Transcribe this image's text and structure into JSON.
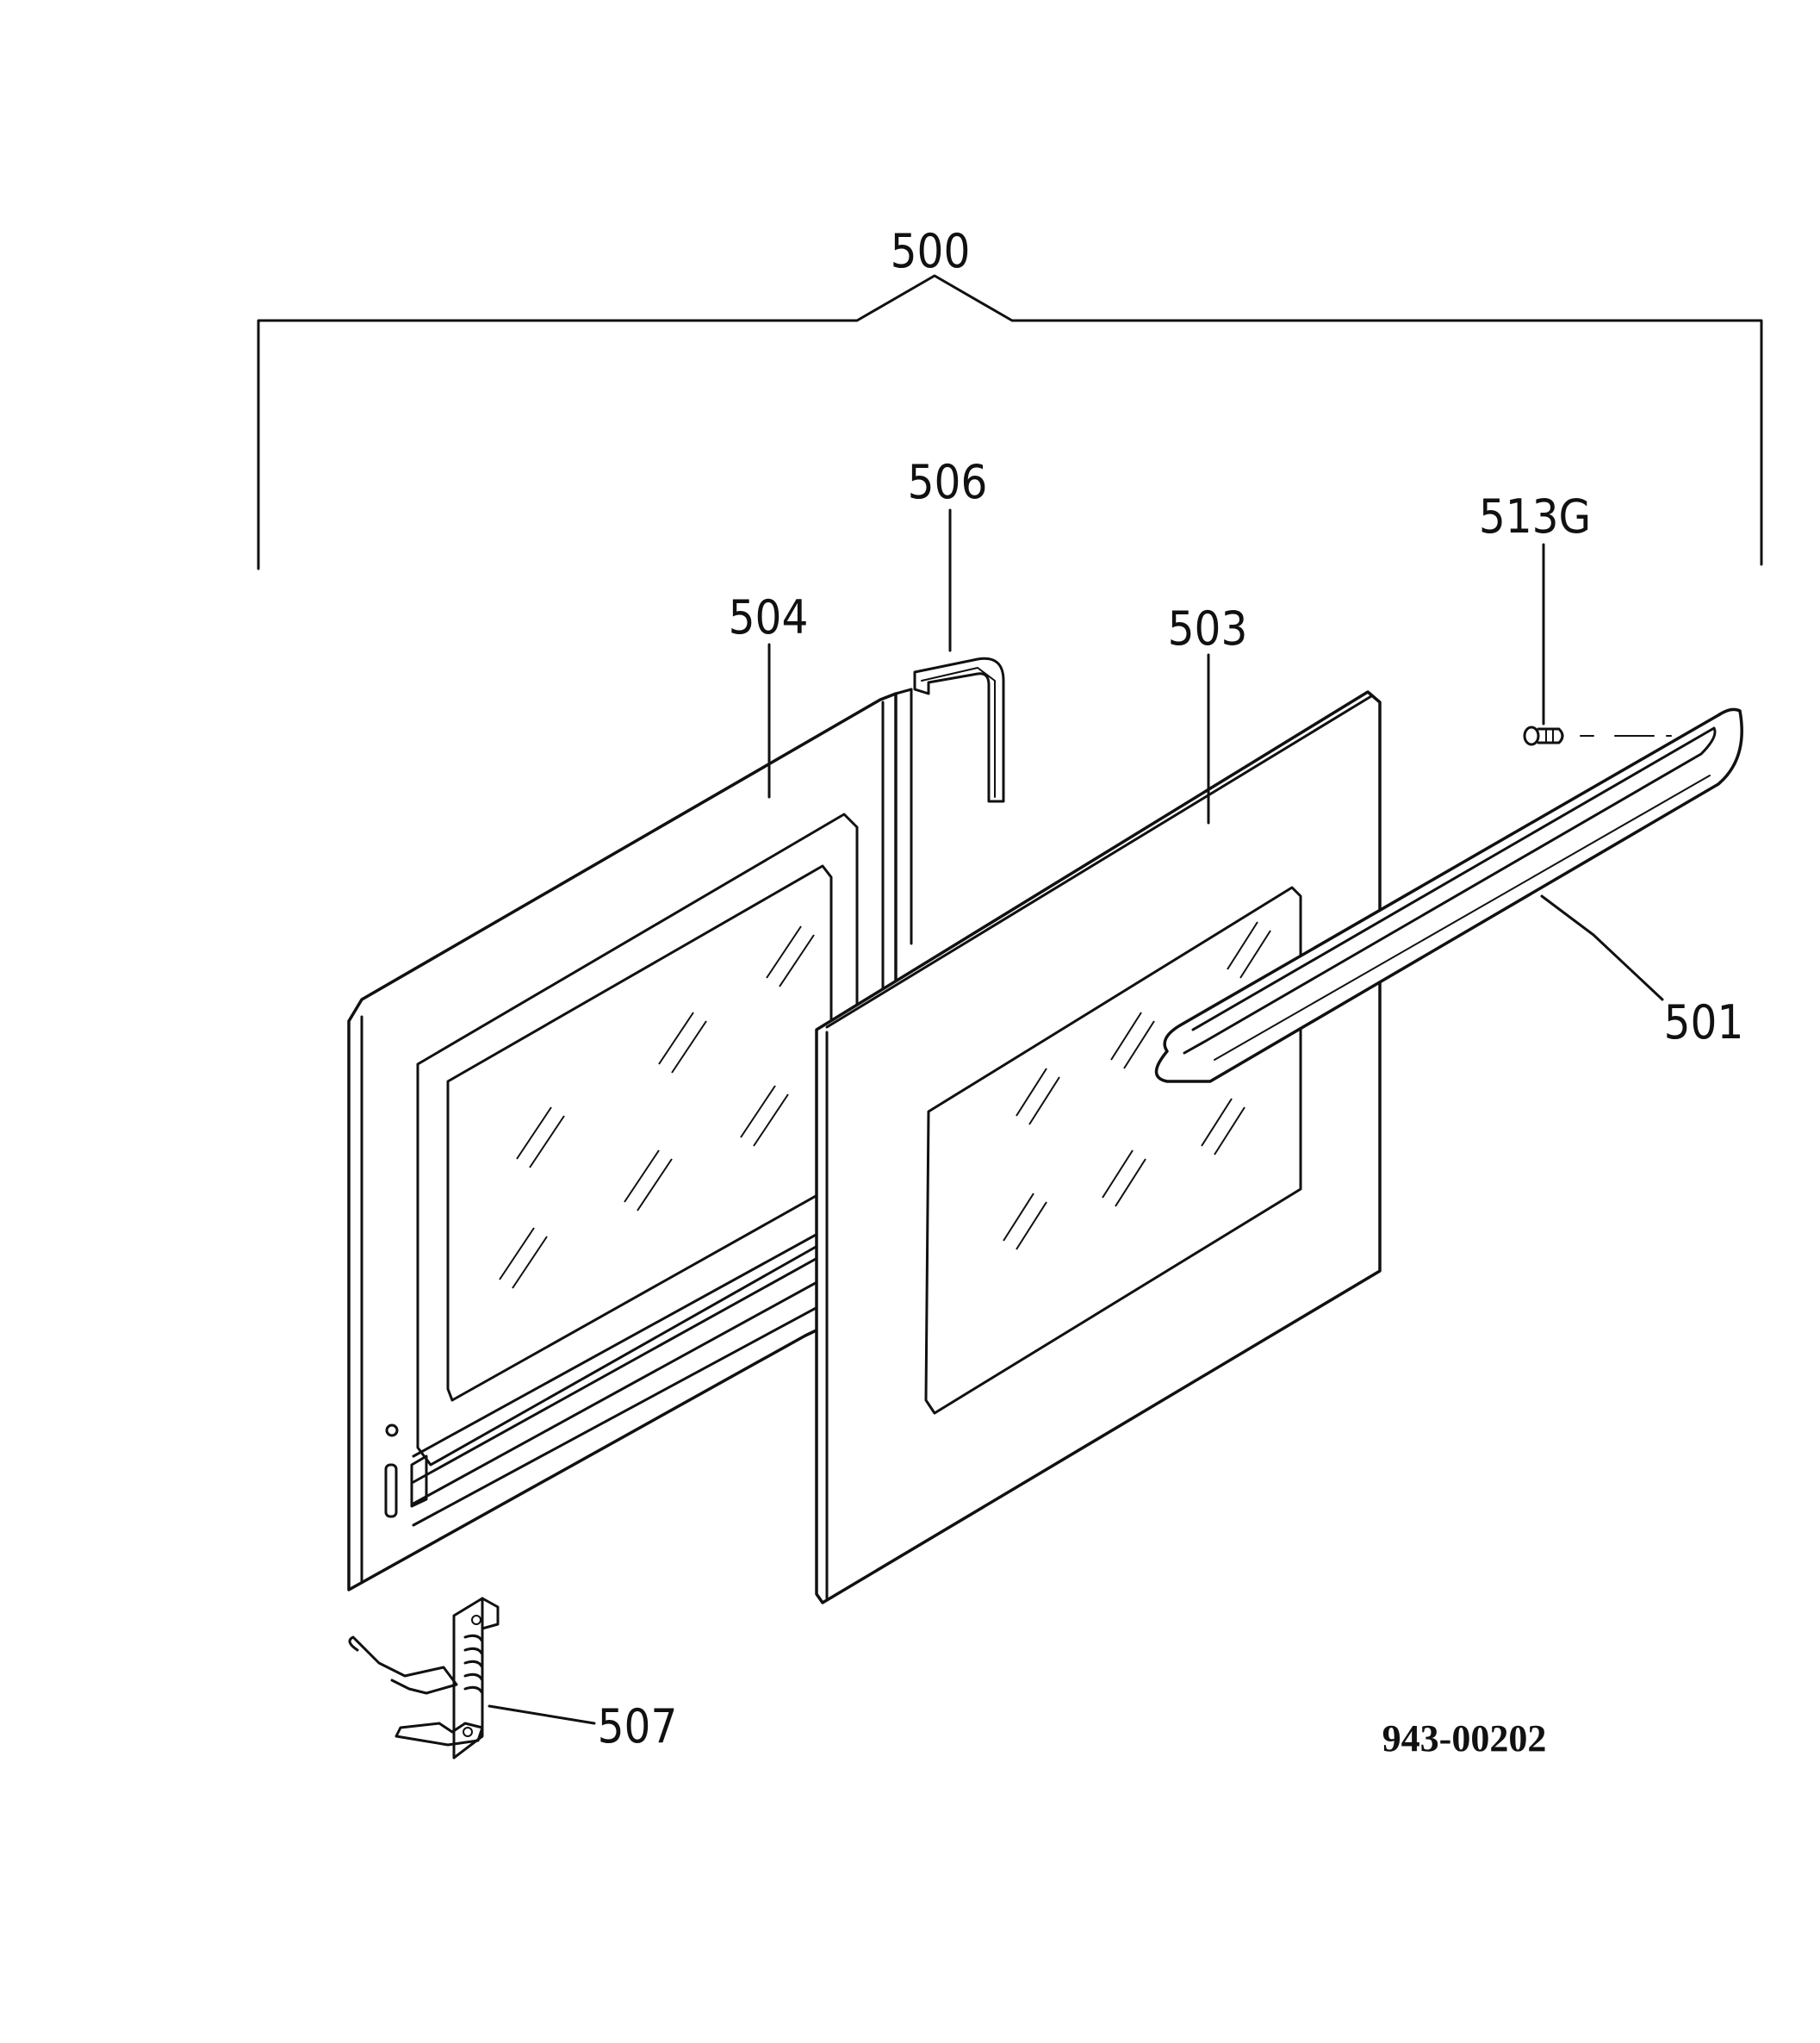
{
  "labels": {
    "assembly": "500",
    "gasket": "506",
    "screw": "513G",
    "inner_door": "504",
    "outer_panel": "503",
    "handle": "501",
    "hinge": "507"
  },
  "drawing_number": "943-00202",
  "colors": {
    "line": "#111111",
    "background": "#ffffff"
  }
}
